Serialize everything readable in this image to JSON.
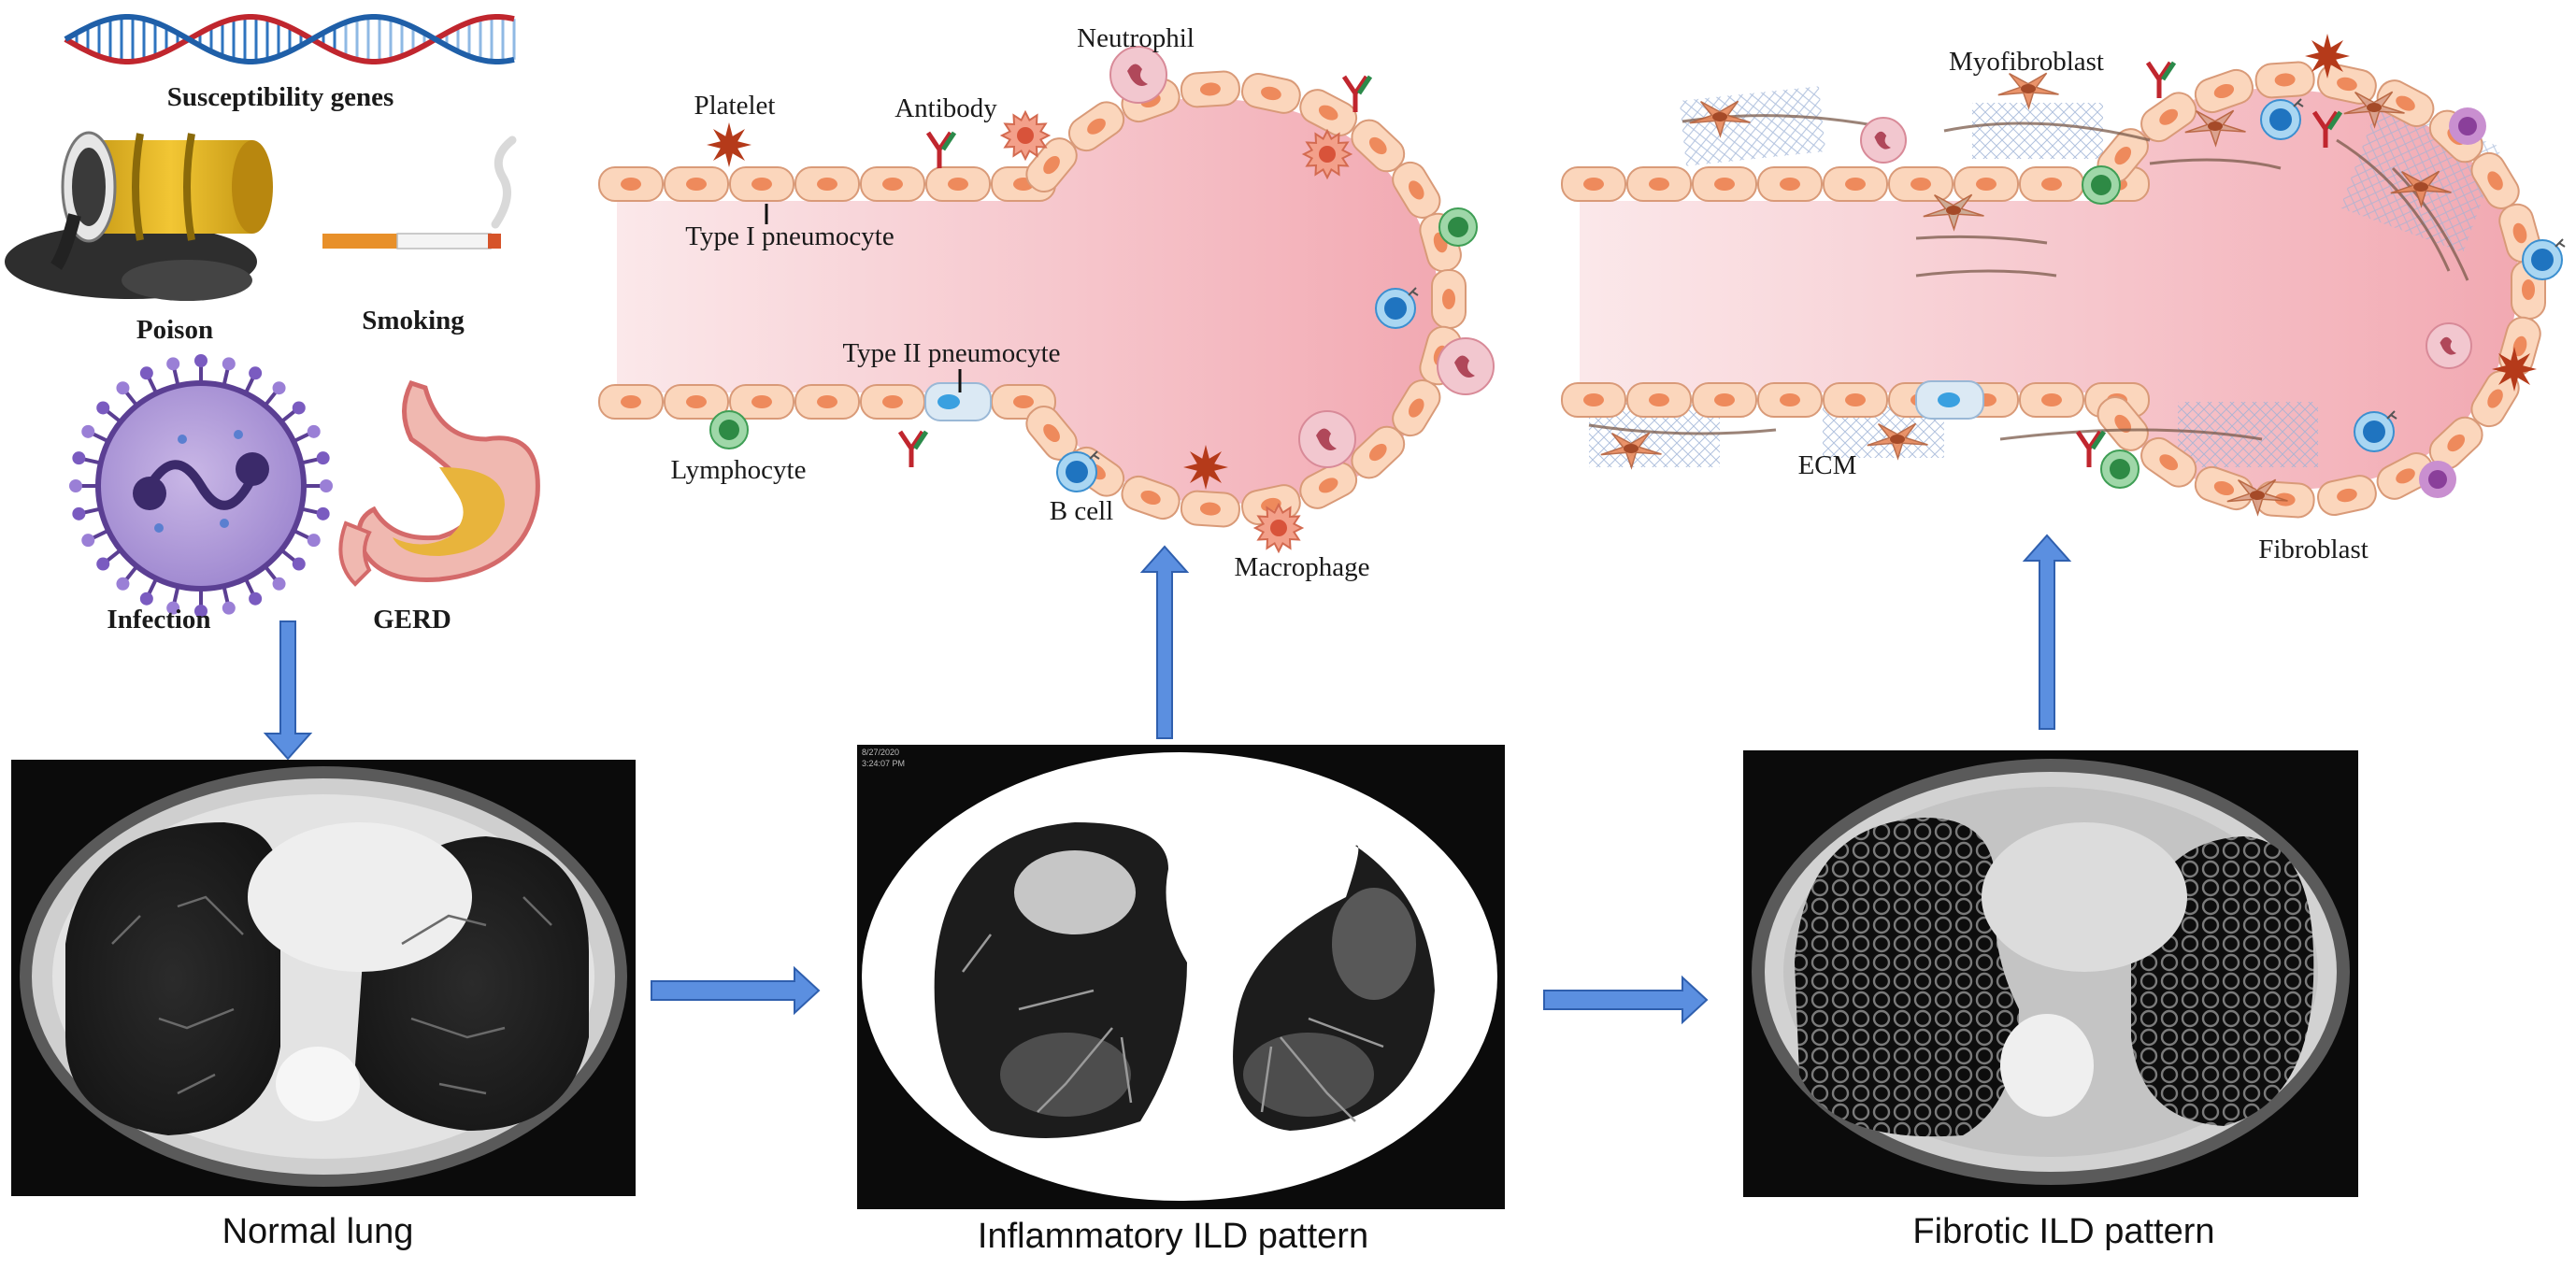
{
  "risk_factors": {
    "genes": "Susceptibility genes",
    "poison": "Poison",
    "smoking": "Smoking",
    "infection": "Infection",
    "gerd": "GERD"
  },
  "inflammatory_alveolus": {
    "platelet": "Platelet",
    "antibody": "Antibody",
    "neutrophil": "Neutrophil",
    "type1": "Type I pneumocyte",
    "type2": "Type II pneumocyte",
    "lymphocyte": "Lymphocyte",
    "bcell": "B cell",
    "macrophage": "Macrophage"
  },
  "fibrotic_alveolus": {
    "myofibroblast": "Myofibroblast",
    "ecm": "ECM",
    "fibroblast": "Fibroblast"
  },
  "ct_scans": {
    "normal": "Normal lung",
    "inflammatory": "Inflammatory ILD pattern",
    "fibrotic": "Fibrotic ILD pattern",
    "ct_stamp": [
      "8/27/2020",
      "3:24:07 PM"
    ]
  },
  "colors": {
    "arrow": "#5b8fe0",
    "cell_fill": "#fbd6bc",
    "cell_nucleus": "#ee8a5c",
    "lumen": "#f5bcc4",
    "ct_black": "#0b0b0b"
  }
}
